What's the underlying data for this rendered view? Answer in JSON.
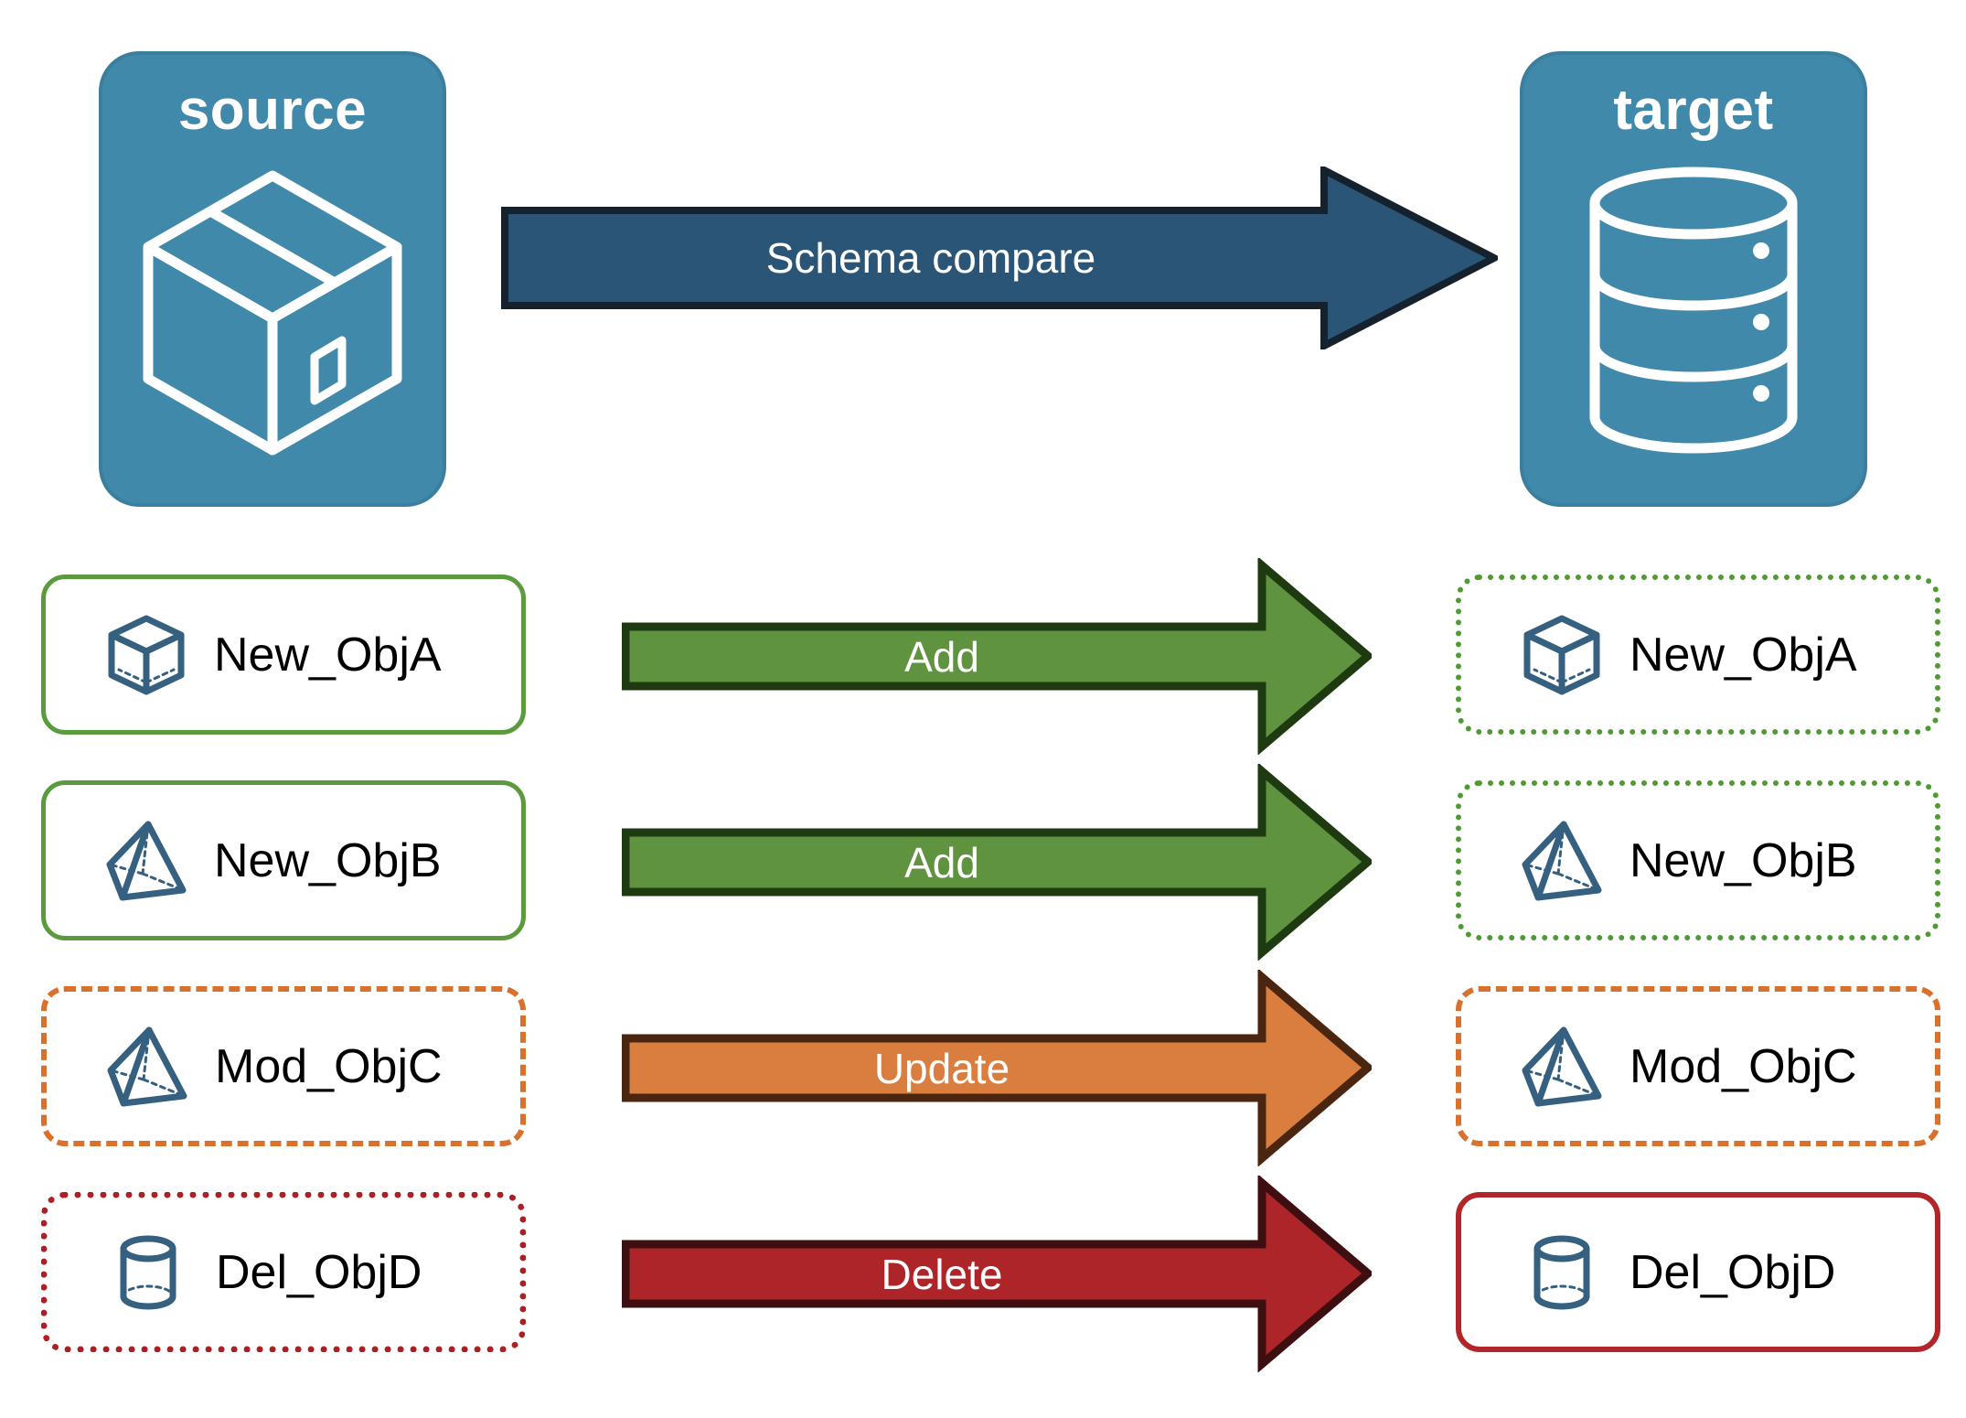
{
  "diagram": {
    "title": "Schema compare",
    "endpoints": [
      {
        "id": "source",
        "label": "source",
        "icon": "package-box-icon",
        "panel_color": "#4189aa"
      },
      {
        "id": "target",
        "label": "target",
        "icon": "database-cylinder-icon",
        "panel_color": "#4189aa"
      }
    ],
    "main_arrow": {
      "label": "Schema compare",
      "fill": "#2b5576",
      "stroke": "#15222e",
      "text_color": "#ffffff",
      "direction": "left-to-right"
    },
    "rows": [
      {
        "action": "Add",
        "arrow_fill": "#5f9340",
        "arrow_stroke": "#1e3a10",
        "source": {
          "label": "New_ObjA",
          "icon": "cube-icon",
          "border_style": "solid",
          "border_color": "#5b9a3d"
        },
        "target": {
          "label": "New_ObjA",
          "icon": "cube-icon",
          "border_style": "dotted",
          "border_color": "#4f9b33"
        }
      },
      {
        "action": "Add",
        "arrow_fill": "#5f9340",
        "arrow_stroke": "#1e3a10",
        "source": {
          "label": "New_ObjB",
          "icon": "pyramid-icon",
          "border_style": "solid",
          "border_color": "#5b9a3d"
        },
        "target": {
          "label": "New_ObjB",
          "icon": "pyramid-icon",
          "border_style": "dotted",
          "border_color": "#4f9b33"
        }
      },
      {
        "action": "Update",
        "arrow_fill": "#d97e3f",
        "arrow_stroke": "#4a2510",
        "source": {
          "label": "Mod_ObjC",
          "icon": "pyramid-icon",
          "border_style": "dashed",
          "border_color": "#d9712e"
        },
        "target": {
          "label": "Mod_ObjC",
          "icon": "pyramid-icon",
          "border_style": "dashed",
          "border_color": "#d9712e"
        }
      },
      {
        "action": "Delete",
        "arrow_fill": "#ae2529",
        "arrow_stroke": "#3d0f10",
        "source": {
          "label": "Del_ObjD",
          "icon": "cylinder-icon",
          "border_style": "dotted",
          "border_color": "#ab2024"
        },
        "target": {
          "label": "Del_ObjD",
          "icon": "cylinder-icon",
          "border_style": "solid",
          "border_color": "#b2262a"
        }
      }
    ],
    "colors": {
      "panel_blue": "#4189aa",
      "icon_blue": "#36607f",
      "add_green": "#5f9340",
      "update_orange": "#d97e3f",
      "delete_red": "#ae2529",
      "compare_navy": "#2b5576",
      "background": "#ffffff"
    }
  }
}
